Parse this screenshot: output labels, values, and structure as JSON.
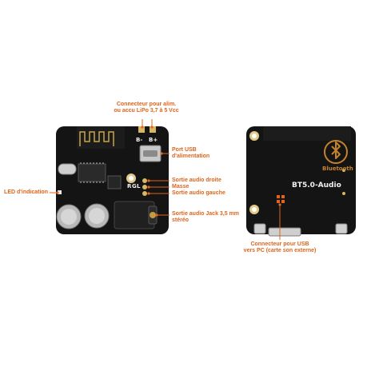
{
  "colors": {
    "label": "#e0641b",
    "board": "#141414",
    "brand": "#c4832a",
    "silk": "#f1f1f1"
  },
  "labels": {
    "supply_connector": [
      "Connecteur pour alim.",
      "ou accu LiPo 3,7 à 5 Vcc"
    ],
    "usb_power": [
      "Port USB",
      "d'alimentation"
    ],
    "audio_right": "Sortie audio droite",
    "ground": "Masse",
    "audio_left": "Sortie audio gauche",
    "led": "LED d'indication",
    "jack_out": [
      "Sortie audio Jack 3,5 mm",
      "stéréo"
    ],
    "usb_pc": [
      "Connecteur pour USB",
      "vers PC (carte son externe)"
    ]
  },
  "silkscreen": {
    "pads_left": "B-",
    "pads_right": "B+",
    "channel_l": "L",
    "channel_g": "G",
    "channel_r": "R",
    "brand": "Bluetooth",
    "model": "BT5.0-Audio"
  },
  "icons": [
    "bluetooth-logo-icon"
  ]
}
